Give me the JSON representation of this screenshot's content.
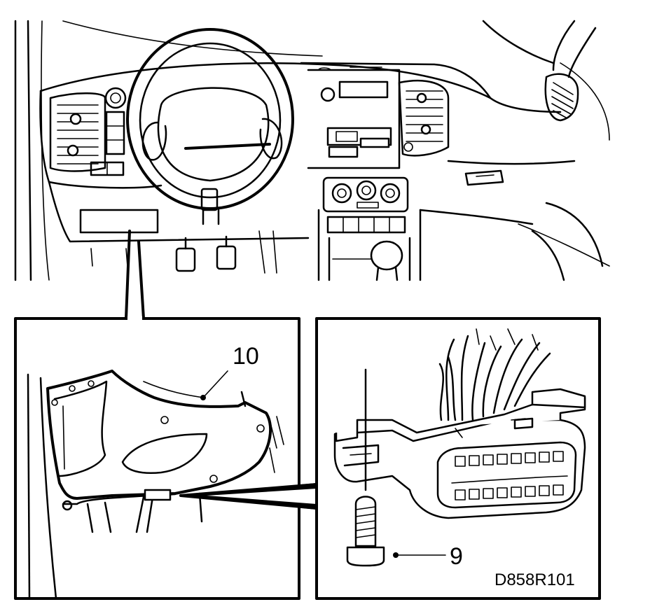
{
  "figure": {
    "reference": "D858R101",
    "callouts": [
      {
        "id": "10",
        "label": "10"
      },
      {
        "id": "9",
        "label": "9"
      }
    ]
  }
}
